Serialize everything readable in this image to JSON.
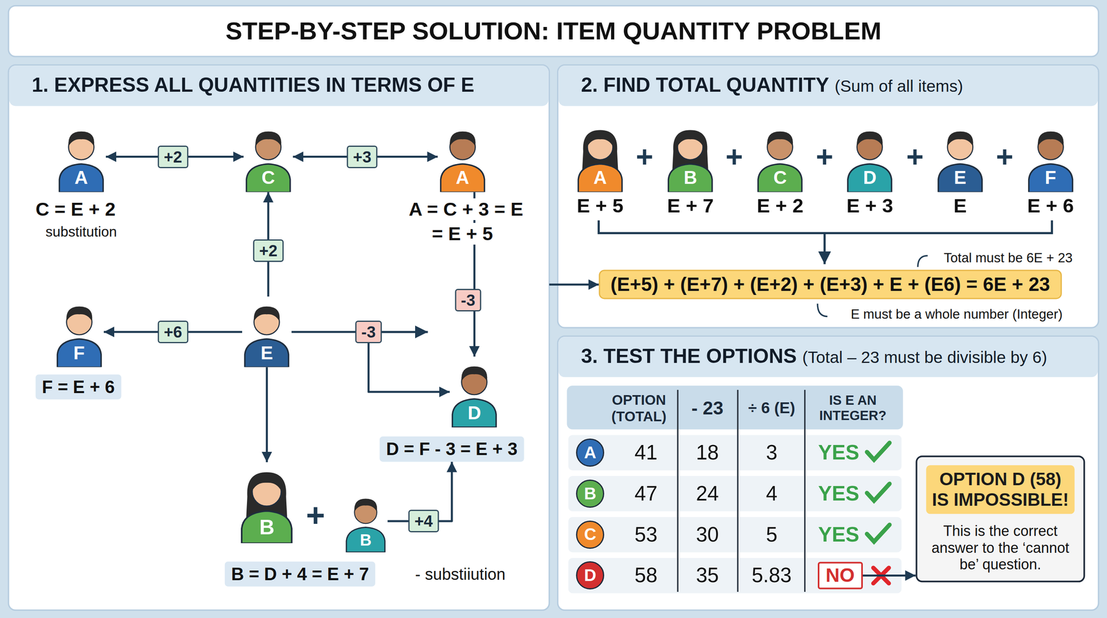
{
  "diagram": {
    "title": "STEP-BY-STEP SOLUTION: ITEM QUANTITY PROBLEM",
    "nodes": [
      {
        "text": [
          "1. EXPRESS ALL QUANTITIES IN TERMS OF E"
        ]
      },
      {
        "text": [
          "2. FIND TOTAL QUANTITY",
          "(Sum of all items)"
        ]
      },
      {
        "text": [
          "3. TEST THE OPTIONS",
          "(Total – 23 must be divisible by 6)"
        ]
      },
      {
        "text": [
          "A"
        ],
        "in": 0
      },
      {
        "text": [
          "C"
        ],
        "in": 0
      },
      {
        "text": [
          "A"
        ],
        "in": 0
      },
      {
        "text": [
          "F"
        ],
        "in": 0
      },
      {
        "text": [
          "E"
        ],
        "in": 0
      },
      {
        "text": [
          "D"
        ],
        "in": 0
      },
      {
        "text": [
          "B"
        ],
        "in": 0
      },
      {
        "text": [
          "B"
        ],
        "in": 0
      },
      {
        "text": [
          "F = E + 6"
        ],
        "in": 0
      },
      {
        "text": [
          "D = F - 3 = E + 3"
        ],
        "in": 0
      },
      {
        "text": [
          "B = D + 4 = E + 7"
        ],
        "in": 0
      },
      {
        "text": [
          "A"
        ],
        "in": 1
      },
      {
        "text": [
          "B"
        ],
        "in": 1
      },
      {
        "text": [
          "C"
        ],
        "in": 1
      },
      {
        "text": [
          "D"
        ],
        "in": 1
      },
      {
        "text": [
          "E"
        ],
        "in": 1
      },
      {
        "text": [
          "F"
        ],
        "in": 1
      },
      {
        "text": [
          "(E+5) + (E+7) + (E+2) + (E+3) + E + (E6) = 6E + 23"
        ],
        "in": 1
      },
      {
        "text": [
          "A"
        ],
        "in": 2
      },
      {
        "text": [
          "B"
        ],
        "in": 2
      },
      {
        "text": [
          "C"
        ],
        "in": 2
      },
      {
        "text": [
          "D"
        ],
        "in": 2
      },
      {
        "text": [
          "NO"
        ],
        "in": 2
      },
      {
        "text": [
          "OPTION D (58) IS IMPOSSIBLE!",
          "This is the correct answer to the ‘cannot be’ question."
        ],
        "in": 2
      }
    ],
    "edges": [
      {
        "from": 3,
        "to": 4,
        "label": "+2",
        "arrow": "both"
      },
      {
        "from": 4,
        "to": 5,
        "label": "+3",
        "arrow": "both"
      },
      {
        "from": 7,
        "to": 4,
        "label": "+2",
        "arrow": "to"
      },
      {
        "from": 7,
        "to": 6,
        "label": "+6",
        "arrow": "to"
      },
      {
        "from": 7,
        "to": 8,
        "label": "-3",
        "arrow": "to"
      },
      {
        "from": 5,
        "to": 8,
        "label": "-3",
        "arrow": "to"
      },
      {
        "from": 7,
        "to": 9,
        "arrow": "to"
      },
      {
        "from": 10,
        "to": 12,
        "label": "+4",
        "arrow": "to"
      },
      {
        "from": 0,
        "to": 20,
        "arrow": "to"
      },
      {
        "from": 25,
        "to": 26,
        "arrow": "to"
      }
    ],
    "labels": [
      "C = E + 2",
      "substitution",
      "A = C + 3 = E",
      "= E + 5",
      "+",
      "- substiiution",
      "+",
      "+",
      "+",
      "+",
      "+",
      "E + 5",
      "E + 7",
      "E + 2",
      "E + 3",
      "E",
      "E + 6",
      "Total must be 6E + 23",
      "E must be a whole number (Integer)",
      "OPTION (TOTAL)",
      "- 23",
      "÷ 6 (E)",
      "IS E AN INTEGER?",
      "41",
      "18",
      "3",
      "YES",
      "47",
      "24",
      "4",
      "YES",
      "53",
      "30",
      "5",
      "YES",
      "58",
      "35",
      "5.83"
    ]
  }
}
